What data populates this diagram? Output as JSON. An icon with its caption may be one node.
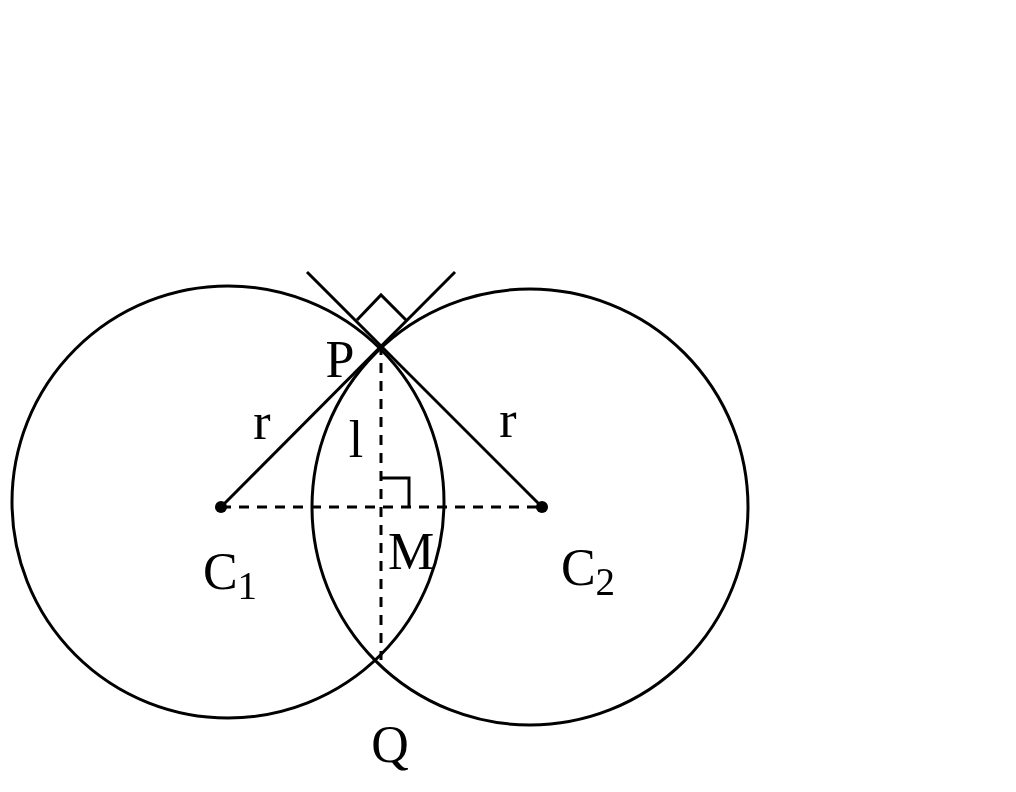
{
  "diagram": {
    "labels": [
      "P",
      "r",
      "l",
      "r",
      "M",
      "C$_{1}$",
      "C$_{2}$",
      "Q"
    ]
  }
}
